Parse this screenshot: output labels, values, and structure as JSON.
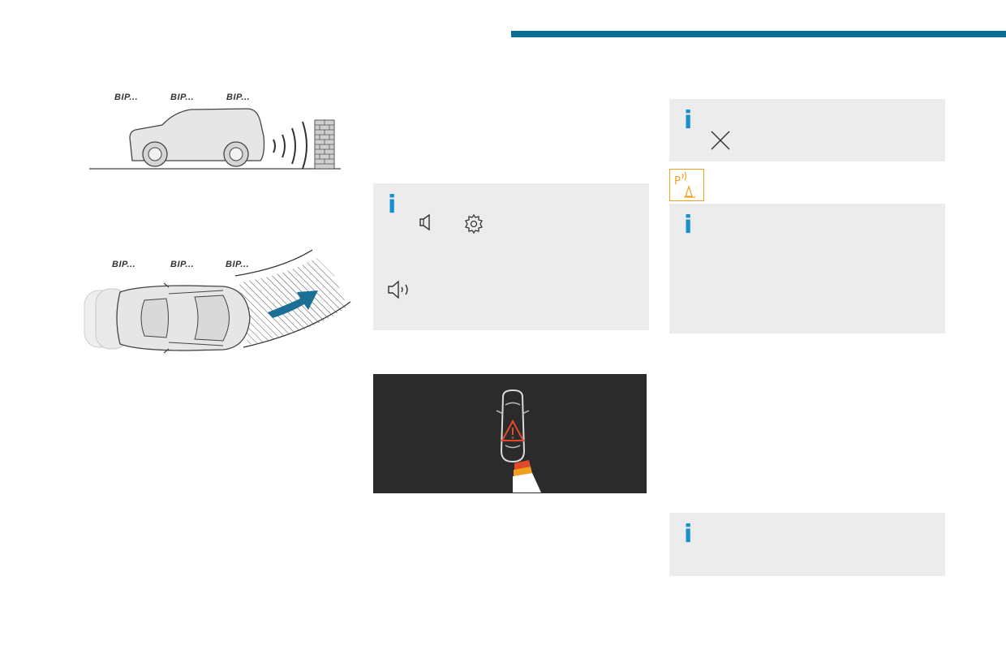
{
  "illustration_top": {
    "beeps": [
      "BIP...",
      "BIP...",
      "BIP..."
    ]
  },
  "illustration_bottom": {
    "beeps": [
      "BIP...",
      "BIP...",
      "BIP..."
    ]
  },
  "info_panels": {
    "left": {
      "info_icon": "i",
      "icons": [
        "speaker-muted-icon",
        "gear-icon",
        "speaker-sound-icon"
      ]
    },
    "right_top": {
      "info_icon": "i",
      "icons": [
        "close-x-icon"
      ]
    },
    "right_middle": {
      "info_icon": "i",
      "badge": "park-sensor-warning-icon"
    },
    "right_bottom": {
      "info_icon": "i"
    }
  },
  "colors": {
    "accent_bar": "#0b6e94",
    "info_blue": "#1790cf",
    "panel_bg": "#ececec",
    "screen_bg": "#2b2b2b",
    "warning_orange": "#f0a020",
    "alert_red": "#e24a2b"
  }
}
